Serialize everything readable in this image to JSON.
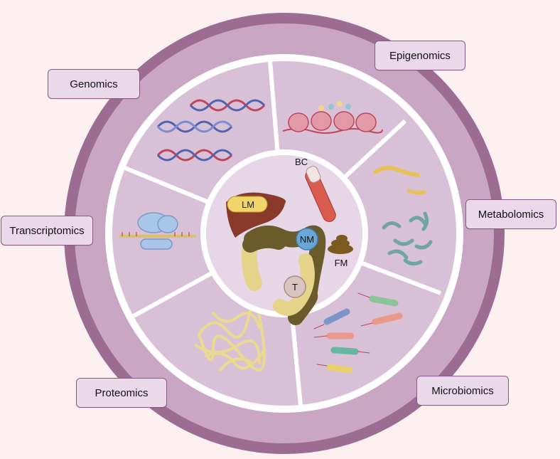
{
  "colors": {
    "background": "#fcf0f1",
    "outer_ring": "#9c6c92",
    "sector_fill": "#d8c0d6",
    "center_fill": "#e6d6e6",
    "label_fill": "#e9d9e9",
    "label_border": "#8a5a83"
  },
  "sectors": [
    {
      "label": "Genomics",
      "icon": "dna-helix-icon"
    },
    {
      "label": "Epigenomics",
      "icon": "nucleosome-icon"
    },
    {
      "label": "Metabolomics",
      "icon": "metabolite-icon"
    },
    {
      "label": "Microbiomics",
      "icon": "bacteria-icon"
    },
    {
      "label": "Proteomics",
      "icon": "protein-fold-icon"
    },
    {
      "label": "Transcriptomics",
      "icon": "ribosome-icon"
    }
  ],
  "center": {
    "items": [
      {
        "label": "LM",
        "icon": "liver-icon"
      },
      {
        "label": "BC",
        "icon": "blood-tube-icon"
      },
      {
        "label": "NM",
        "icon": "colon-mucosa-icon"
      },
      {
        "label": "FM",
        "icon": "feces-icon"
      },
      {
        "label": "T",
        "icon": "tumor-icon"
      }
    ]
  }
}
